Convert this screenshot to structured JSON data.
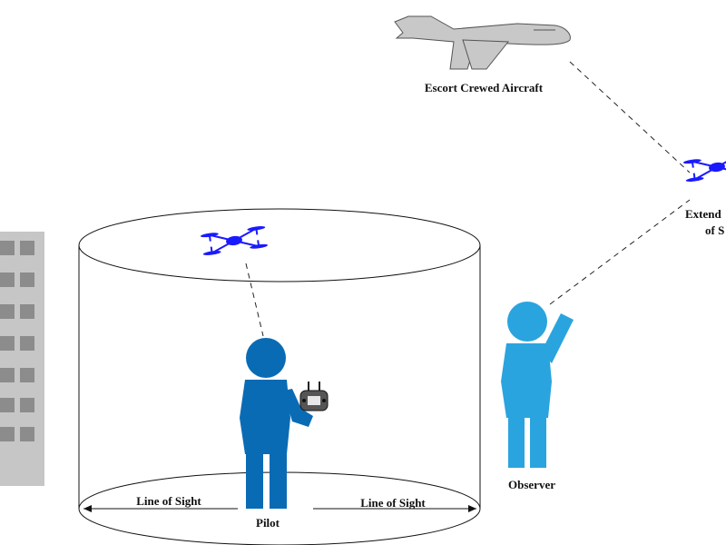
{
  "labels": {
    "escort_aircraft": "Escort Crewed Aircraft",
    "extended_line1": "Extend",
    "extended_line2": "of S",
    "observer": "Observer",
    "pilot": "Pilot",
    "line_of_sight_left": "Line of Sight",
    "line_of_sight_right": "Line of Sight"
  },
  "colors": {
    "pilot": "#0a6bb5",
    "observer": "#2aa4de",
    "drone": "#1a1aff",
    "aircraft": "#c8c8c8",
    "building": "#c6c6c6",
    "building_window": "#8c8c8c"
  },
  "icons": [
    "aircraft-icon",
    "drone-icon",
    "controller-icon",
    "building-icon"
  ]
}
